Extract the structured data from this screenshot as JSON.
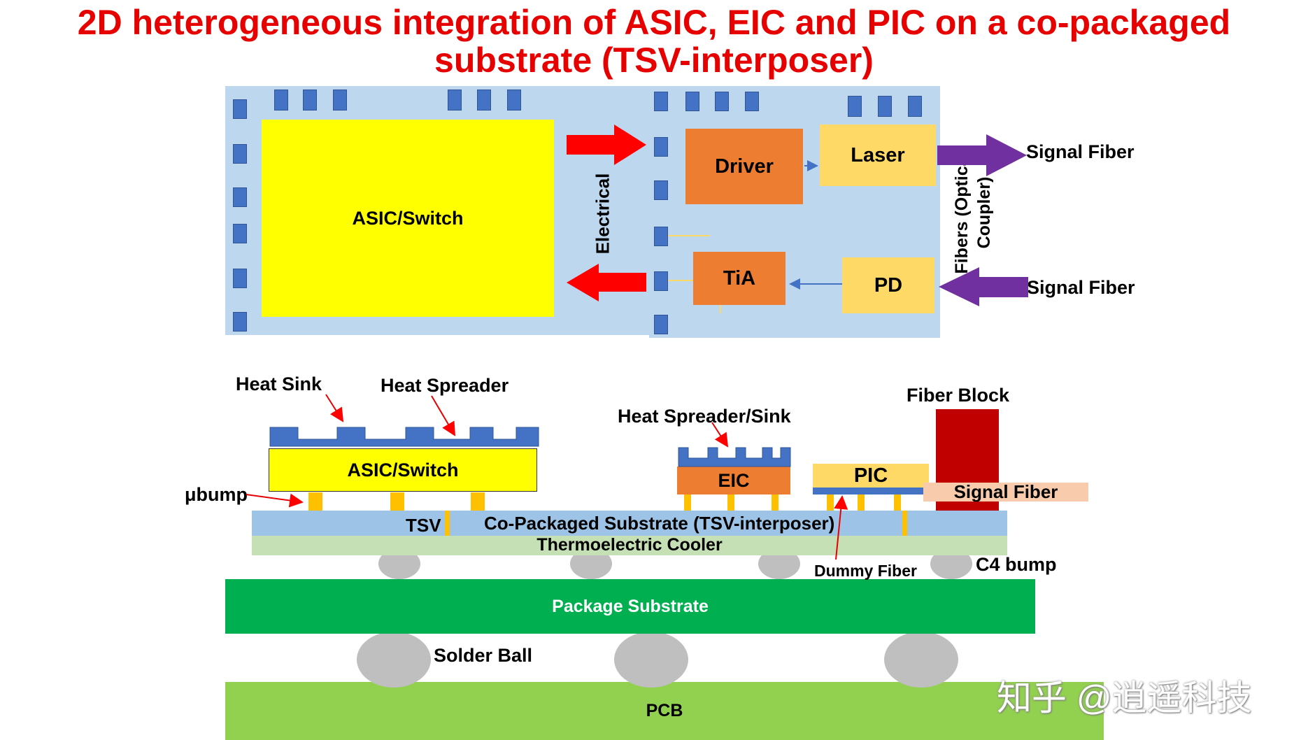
{
  "title": {
    "line1": "2D heterogeneous integration of ASIC, EIC and PIC on a co-packaged",
    "line2": "substrate (TSV-interposer)"
  },
  "top_view": {
    "asic_label": "ASIC/Switch",
    "electrical_label": "Electrical",
    "driver_label": "Driver",
    "laser_label": "Laser",
    "tia_label": "TiA",
    "pd_label": "PD",
    "fibers_label": "Fibers (Optical Coupler)",
    "signal_fiber_out": "Signal Fiber",
    "signal_fiber_in": "Signal Fiber"
  },
  "cross_section": {
    "heat_sink": "Heat Sink",
    "heat_spreader": "Heat Spreader",
    "asic_label": "ASIC/Switch",
    "ubump": "μbump",
    "heat_spreader_sink": "Heat Spreader/Sink",
    "eic_label": "EIC",
    "pic_label": "PIC",
    "fiber_block": "Fiber Block",
    "signal_fiber": "Signal Fiber",
    "tsv": "TSV",
    "interposer": "Co-Packaged Substrate (TSV-interposer)",
    "cooler": "Thermoelectric Cooler",
    "dummy_fiber": "Dummy Fiber",
    "c4_bump": "C4 bump",
    "package_substrate": "Package Substrate",
    "solder_ball": "Solder Ball",
    "pcb": "PCB"
  },
  "watermark": "知乎 @逍遥科技",
  "colors": {
    "title_red": "#e60000",
    "interposer_blue": "#bdd7ee",
    "asic_yellow": "#ffff00",
    "driver_orange": "#ed7d31",
    "laser_yellow": "#ffd966",
    "fiber_purple": "#7030a0",
    "arrow_red": "#ff0000",
    "package_green": "#00b050",
    "pcb_green": "#92d050",
    "cooler_green": "#c5e0b4",
    "fiber_block_red": "#c00000",
    "signal_fiber_peach": "#f8cbad",
    "solder_gray": "#bfbfbf"
  }
}
